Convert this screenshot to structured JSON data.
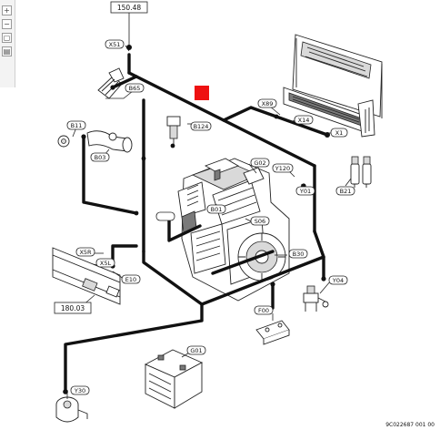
{
  "toolbar": {
    "buttons": [
      {
        "icon": "zoom-in-icon",
        "glyph": "+"
      },
      {
        "icon": "zoom-out-icon",
        "glyph": "−"
      },
      {
        "icon": "fit-page-icon",
        "glyph": "▢"
      },
      {
        "icon": "print-icon",
        "glyph": "▤"
      }
    ]
  },
  "refs": {
    "top": "150.48",
    "bottom": "180.03"
  },
  "labels": {
    "x51": "X51",
    "b65": "B65",
    "b11": "B11",
    "b124": "B124",
    "x89": "X89",
    "x14": "X14",
    "x1": "X1",
    "b03": "B03",
    "g02": "G02",
    "y120": "Y120",
    "y01": "Y01",
    "b21": "B21",
    "b01": "B01",
    "s06": "S06",
    "b30": "B30",
    "x5r": "X5R",
    "x5l": "X5L",
    "e10": "E10",
    "y04": "Y04",
    "f00": "F00",
    "g01": "G01",
    "y30": "Y30"
  },
  "drawing_code": "9C022687 001 00",
  "colors": {
    "highlight": "#ee1111",
    "wire": "#111111"
  }
}
